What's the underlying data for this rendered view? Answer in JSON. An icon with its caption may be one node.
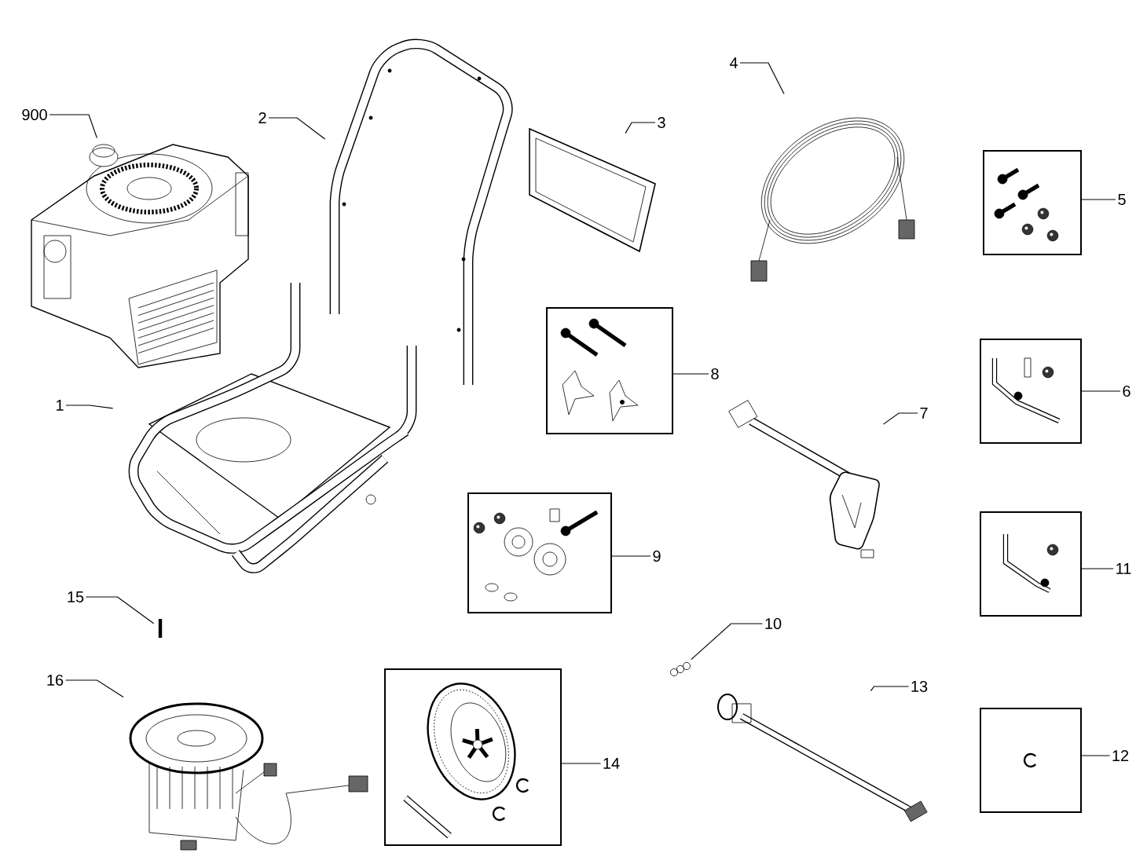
{
  "diagram": {
    "nodes": [
      {
        "text": [
          "4"
        ]
      },
      {
        "text": [],
        "shape": "picture"
      },
      {
        "text": [
          "900"
        ]
      },
      {
        "text": [],
        "shape": "picture"
      },
      {
        "text": [
          "2"
        ]
      },
      {
        "text": [],
        "shape": "picture"
      },
      {
        "text": [
          "3"
        ]
      },
      {
        "text": [],
        "shape": "picture"
      },
      {
        "text": [
          "5"
        ]
      },
      {
        "text": [],
        "shape": "box"
      },
      {
        "text": [
          "8"
        ]
      },
      {
        "text": [],
        "shape": "box"
      },
      {
        "text": [
          "6"
        ]
      },
      {
        "text": [],
        "shape": "box"
      },
      {
        "text": [
          "1"
        ]
      },
      {
        "text": [],
        "shape": "picture"
      },
      {
        "text": [
          "7"
        ]
      },
      {
        "text": [],
        "shape": "picture"
      },
      {
        "text": [
          "9"
        ]
      },
      {
        "text": [],
        "shape": "box"
      },
      {
        "text": [
          "11"
        ]
      },
      {
        "text": [],
        "shape": "box"
      },
      {
        "text": [
          "15"
        ]
      },
      {
        "text": [],
        "shape": "picture"
      },
      {
        "text": [
          "10"
        ]
      },
      {
        "text": [],
        "shape": "picture"
      },
      {
        "text": [
          "16"
        ]
      },
      {
        "text": [],
        "shape": "picture"
      },
      {
        "text": [
          "13"
        ]
      },
      {
        "text": [],
        "shape": "picture"
      },
      {
        "text": [
          "12"
        ]
      },
      {
        "text": [],
        "shape": "box"
      },
      {
        "text": [
          "14"
        ]
      },
      {
        "text": [],
        "shape": "box"
      }
    ],
    "edges": [
      {
        "from": 0,
        "to": 1,
        "arrow": "none"
      },
      {
        "from": 2,
        "to": 3,
        "arrow": "none"
      },
      {
        "from": 4,
        "to": 5,
        "arrow": "none"
      },
      {
        "from": 6,
        "to": 7,
        "arrow": "none"
      },
      {
        "from": 8,
        "to": 9,
        "arrow": "none"
      },
      {
        "from": 10,
        "to": 11,
        "arrow": "none"
      },
      {
        "from": 12,
        "to": 13,
        "arrow": "none"
      },
      {
        "from": 14,
        "to": 15,
        "arrow": "none"
      },
      {
        "from": 16,
        "to": 17,
        "arrow": "none"
      },
      {
        "from": 18,
        "to": 19,
        "arrow": "none"
      },
      {
        "from": 20,
        "to": 21,
        "arrow": "none"
      },
      {
        "from": 22,
        "to": 23,
        "arrow": "none"
      },
      {
        "from": 24,
        "to": 25,
        "arrow": "none"
      },
      {
        "from": 26,
        "to": 27,
        "arrow": "none"
      },
      {
        "from": 28,
        "to": 29,
        "arrow": "none"
      },
      {
        "from": 30,
        "to": 31,
        "arrow": "none"
      },
      {
        "from": 32,
        "to": 33,
        "arrow": "none"
      }
    ]
  }
}
